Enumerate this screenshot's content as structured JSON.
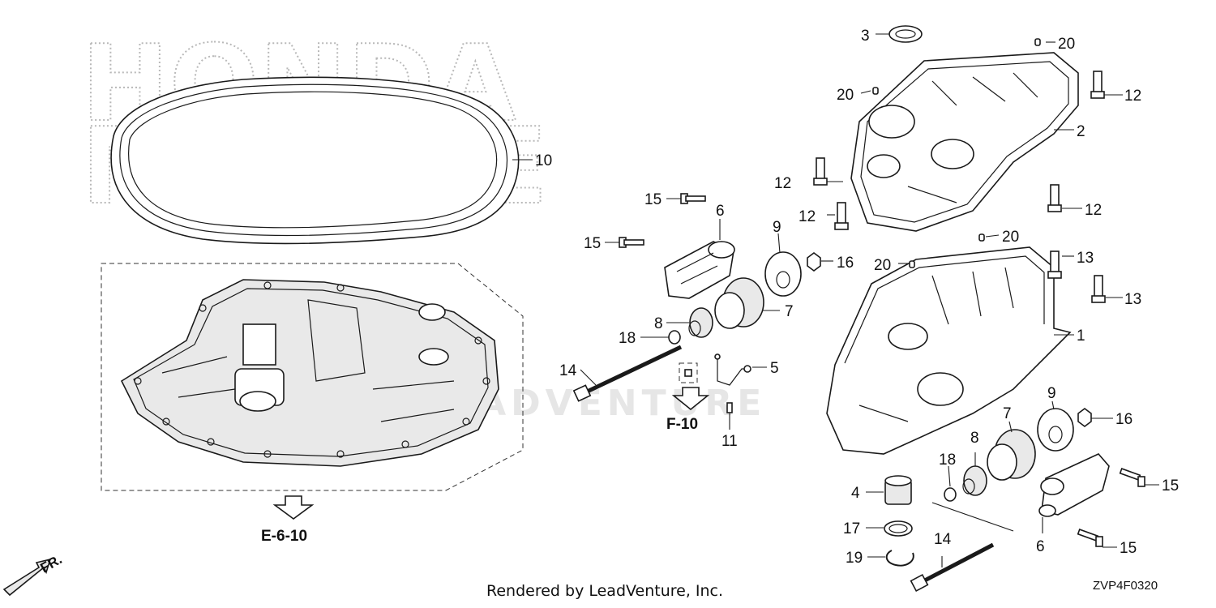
{
  "brand_watermark": "HONDA MARINE",
  "site_watermark": "LEADVENTURE",
  "callouts": {
    "c3": "3",
    "c20a": "20",
    "c20b": "20",
    "c12a": "12",
    "c2": "2",
    "c12b": "12",
    "c12c": "12",
    "c12d": "12",
    "c20c": "20",
    "c20d": "20",
    "c13a": "13",
    "c13b": "13",
    "c1": "1",
    "c10": "10",
    "c15a": "15",
    "c6a": "6",
    "c9a": "9",
    "c16a": "16",
    "c15b": "15",
    "c7a": "7",
    "c8a": "8",
    "c18a": "18",
    "c14a": "14",
    "c5": "5",
    "c11": "11",
    "c9b": "9",
    "c16b": "16",
    "c7b": "7",
    "c8b": "8",
    "c18b": "18",
    "c4": "4",
    "c15c": "15",
    "c17": "17",
    "c6b": "6",
    "c15d": "15",
    "c19": "19",
    "c14b": "14"
  },
  "references": {
    "f10": "F-10",
    "e610": "E-6-10"
  },
  "front_label": "FR.",
  "footer_text": "Rendered by LeadVenture, Inc.",
  "diagram_code": "ZVP4F0320"
}
